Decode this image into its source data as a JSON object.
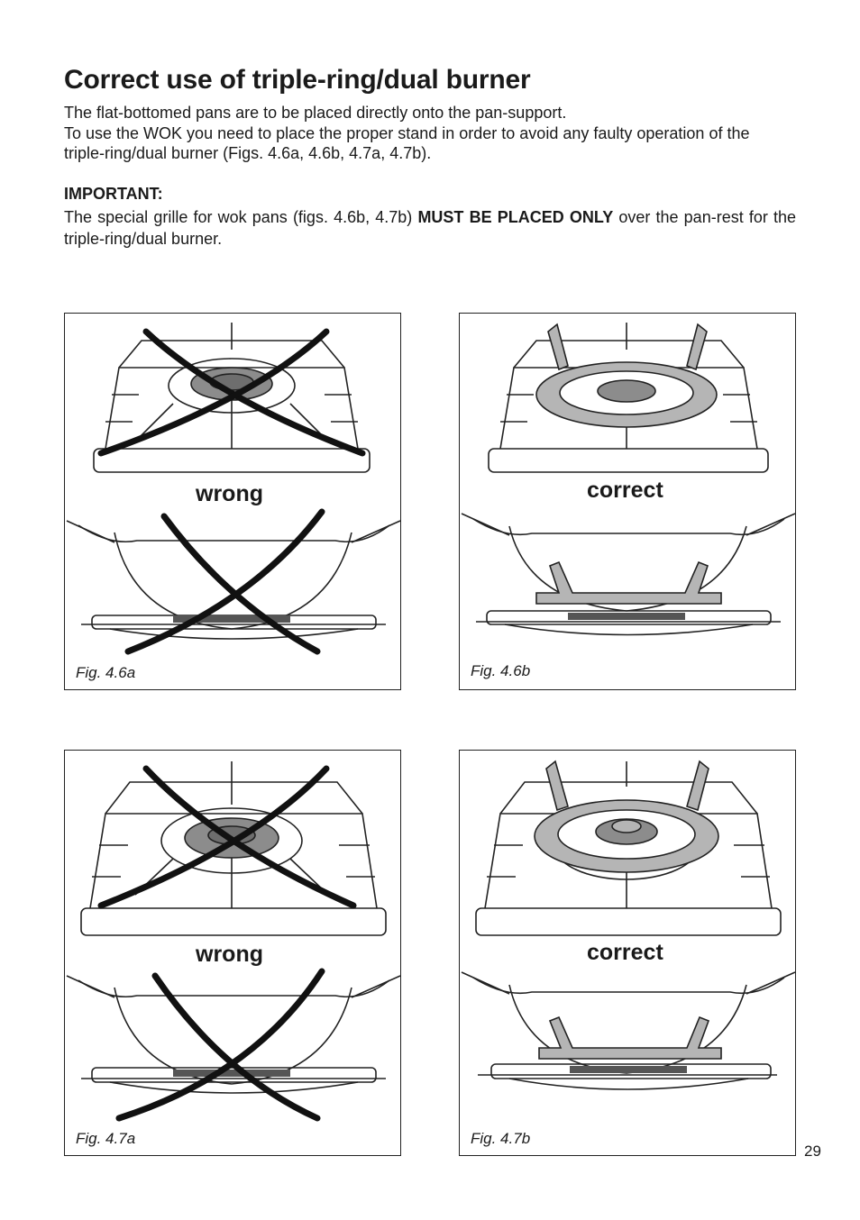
{
  "page": {
    "title": "Correct use of triple-ring/dual burner",
    "intro": [
      "The flat-bottomed pans are to be placed directly onto the pan-support.",
      "To use the WOK you need to place the proper stand in order to avoid any faulty operation of the triple-ring/dual burner (Figs. 4.6a, 4.6b, 4.7a, 4.7b)."
    ],
    "important": {
      "heading": "IMPORTANT:",
      "before": "The special grille for wok pans (figs. 4.6b, 4.7b) ",
      "emphasis": "MUST BE PLACED ONLY",
      "after": " over the pan-rest for the triple-ring/dual burner."
    },
    "page_number": "29"
  },
  "figures": [
    {
      "caption": "Fig. 4.6a",
      "label": "wrong",
      "status": "wrong"
    },
    {
      "caption": "Fig. 4.6b",
      "label": "correct",
      "status": "correct"
    },
    {
      "caption": "Fig. 4.7a",
      "label": "wrong",
      "status": "wrong"
    },
    {
      "caption": "Fig. 4.7b",
      "label": "correct",
      "status": "correct"
    }
  ],
  "colors": {
    "text": "#1a1a1a",
    "line": "#222222",
    "burner_gray": "#8c8c8c",
    "stand_gray": "#b5b5b5"
  }
}
